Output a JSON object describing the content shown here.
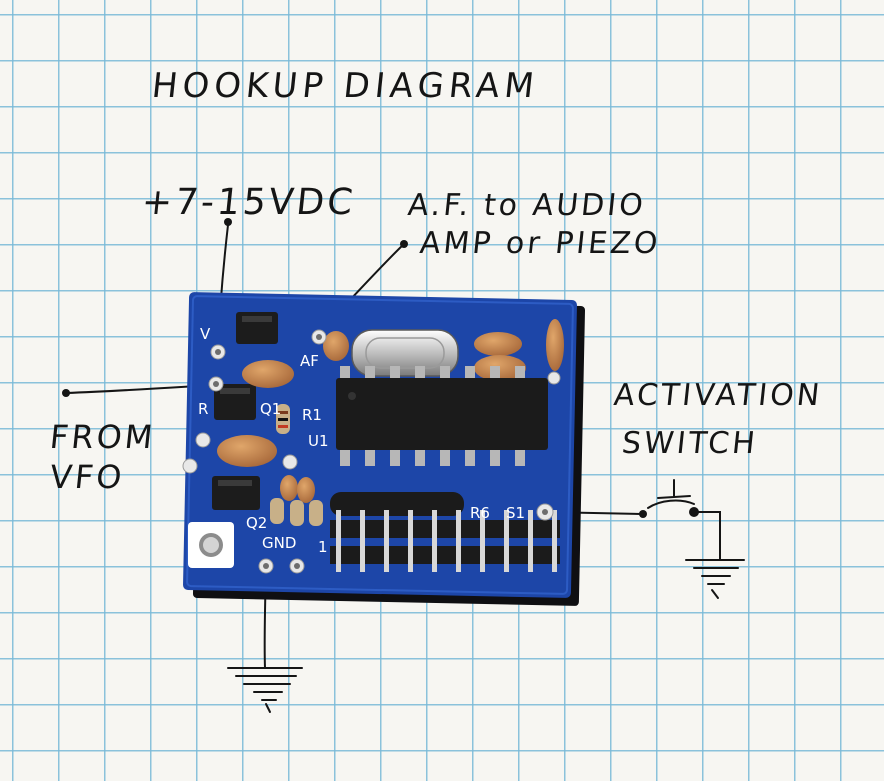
{
  "notes": {
    "title": "HOOKUP DIAGRAM",
    "power": "+7-15VDC",
    "af_line1": "A.F. to AUDIO",
    "af_line2": "AMP or PIEZO",
    "vfo_line1": "FROM",
    "vfo_line2": "VFO",
    "switch_line1": "ACTIVATION",
    "switch_line2": "SWITCH"
  },
  "board": {
    "silkscreen": {
      "v": "V",
      "af": "AF",
      "r": "R",
      "q1": "Q1",
      "r1": "R1",
      "u1": "U1",
      "q2": "Q2",
      "gnd": "GND",
      "one": "1",
      "r6": "R6",
      "s1": "S1"
    }
  },
  "colors": {
    "pcb": "#1d46a8",
    "paper": "#f7f6f2",
    "grid": "#78b9d7",
    "ink": "#151515",
    "ic": "#1b1b1b",
    "capacitor": "#c9874c"
  }
}
